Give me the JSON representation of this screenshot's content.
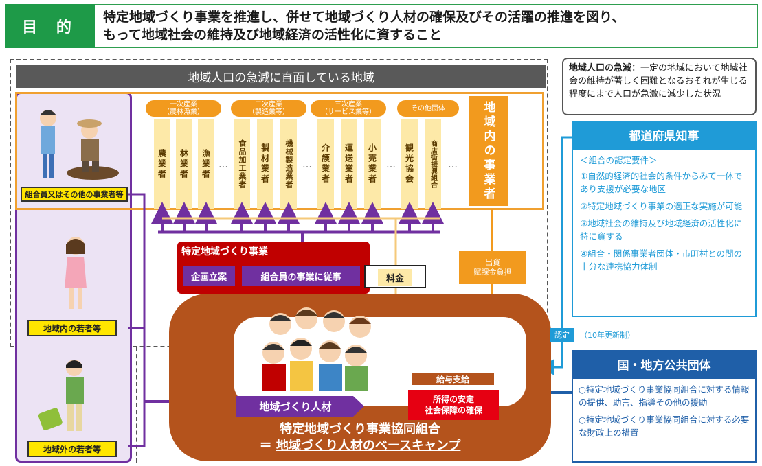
{
  "purpose": {
    "label": "目 的",
    "line1": "特定地域づくり事業を推進し、併せて地域づくり人材の確保及びその活躍の推進を図り、",
    "line2": "もって地域社会の維持及び地域経済の活性化に資すること"
  },
  "region_bar": "地域人口の急減に直面している地域",
  "callout": {
    "term": "地域人口の急減",
    "text": "：一定の地域において地域社会の維持が著しく困難となるおそれが生じる程度にまで人口が急激に減少した状況"
  },
  "left_column": {
    "label_members": "組合員又はその他の事業者等",
    "label_local_youth": "地域内の若者等",
    "label_outside_youth": "地域外の若者等"
  },
  "industry_heads": [
    {
      "l1": "一次産業",
      "l2": "（農林漁業）"
    },
    {
      "l1": "二次産業",
      "l2": "（製造業等）"
    },
    {
      "l1": "三次産業",
      "l2": "（サービス業等）"
    },
    {
      "l1": "その他団体",
      "l2": ""
    }
  ],
  "businesses": [
    "農業者",
    "林業者",
    "漁業者",
    "食品加工業者",
    "製材業者",
    "機械製造業者",
    "介護業者",
    "運送業者",
    "小売業者",
    "観光協会",
    "商店街振興組合"
  ],
  "ellipsis": "…",
  "local_business": "地域内の事業者",
  "project": {
    "title": "特定地域づくり事業",
    "plan": "企画立案",
    "work": "組合員の事業に従事",
    "fee": "料金"
  },
  "invest": {
    "l1": "出資",
    "l2": "賦課金負担"
  },
  "union": {
    "human": "地域づくり人材",
    "pay": "給与支給",
    "security_l1": "所得の安定",
    "security_l2": "社会保障の確保",
    "title": "特定地域づくり事業協同組合",
    "sub_prefix": "＝ ",
    "sub": "地域づくり人材のベースキャンプ"
  },
  "governor": {
    "title": "都道府県知事",
    "req_head": "＜組合の認定要件＞",
    "req1": "①自然的経済的社会的条件からみて一体であり支援が必要な地区",
    "req2": "②特定地域づくり事業の適正な実施が可能",
    "req3": "③地域社会の維持及び地域経済の活性化に特に資する",
    "req4": "④組合・関係事業者団体・市町村との間の十分な連携協力体制"
  },
  "approval": {
    "label": "認定",
    "renew": "（10年更新制）"
  },
  "national": {
    "title": "国・地方公共団体",
    "item1": "○特定地域づくり事業協同組合に対する情報の提供、助言、指導その他の援助",
    "item2": "○特定地域づくり事業協同組合に対する必要な財政上の措置"
  },
  "colors": {
    "green": "#1e9a48",
    "orange": "#f29a1e",
    "purple": "#7030a0",
    "brown": "#b4531c",
    "red": "#c00000",
    "blue": "#1f9bd7",
    "navy": "#1f5fa8"
  }
}
